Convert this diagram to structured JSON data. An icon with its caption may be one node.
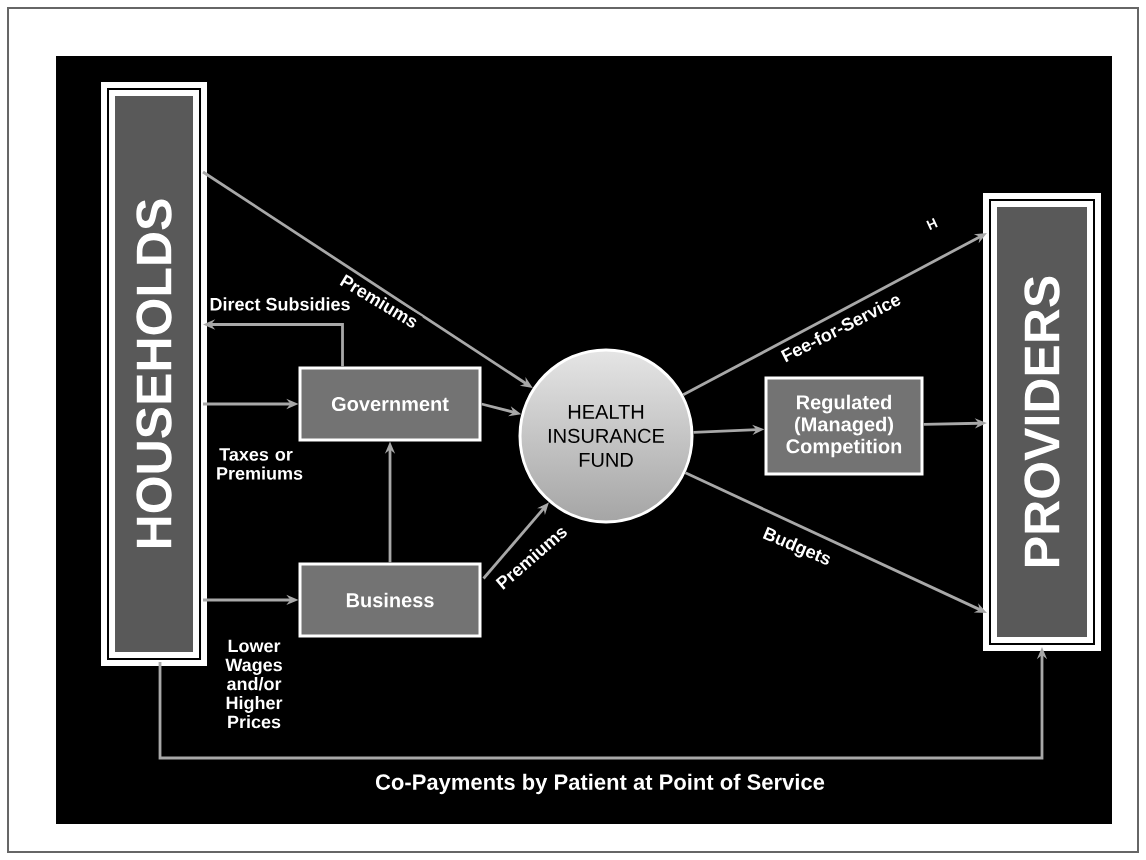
{
  "diagram": {
    "nodes": [
      {
        "text": [
          "HOUSEHOLDS"
        ]
      },
      {
        "text": [
          "Government"
        ]
      },
      {
        "text": [
          "Business"
        ]
      },
      {
        "text": [
          "HEALTH INSURANCE FUND"
        ]
      },
      {
        "text": [
          "Regulated (Managed) Competition"
        ]
      },
      {
        "text": [
          "PROVIDERS"
        ]
      }
    ],
    "edges": [
      {
        "from": 0,
        "to": 3,
        "arrow": "to",
        "label": "Premiums"
      },
      {
        "from": 1,
        "to": 0,
        "arrow": "to",
        "label": "Direct Subsidies"
      },
      {
        "from": 0,
        "to": 1,
        "arrow": "to",
        "label": "Taxes or Premiums"
      },
      {
        "from": 1,
        "to": 3,
        "arrow": "to"
      },
      {
        "from": 2,
        "to": 1,
        "arrow": "to"
      },
      {
        "from": 0,
        "to": 2,
        "arrow": "to",
        "label": "Lower Wages and/or Higher Prices"
      },
      {
        "from": 2,
        "to": 3,
        "arrow": "to",
        "label": "Premiums"
      },
      {
        "from": 3,
        "to": 5,
        "arrow": "to",
        "label": "Fee-for-Service"
      },
      {
        "from": 3,
        "to": 4,
        "arrow": "to"
      },
      {
        "from": 4,
        "to": 5,
        "arrow": "to"
      },
      {
        "from": 3,
        "to": 5,
        "arrow": "to",
        "label": "Budgets"
      },
      {
        "from": 0,
        "to": 5,
        "arrow": "to",
        "label": "Co-Payments by Patient at Point of Service"
      }
    ],
    "labels": [
      "H"
    ]
  }
}
